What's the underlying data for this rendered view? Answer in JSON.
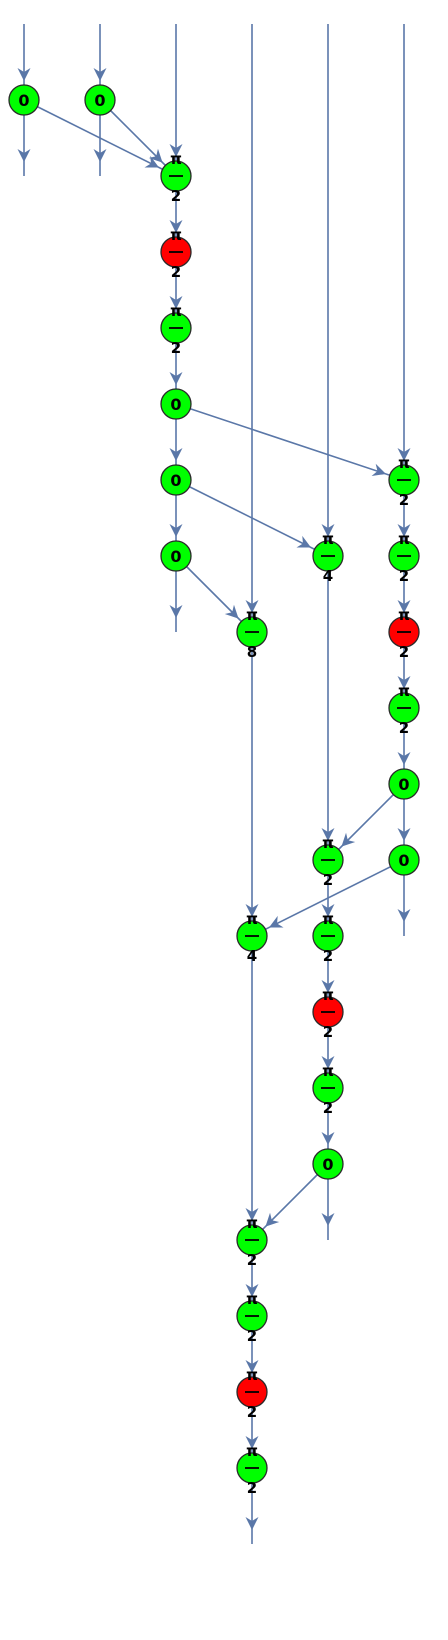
{
  "colors": {
    "edge": "#5a77a8",
    "green": "#00ff00",
    "red": "#ff0000",
    "outline": "#2a2a2a",
    "text": "#000000"
  },
  "nodes": [
    {
      "id": "n1",
      "col": 0,
      "row": 1,
      "color": "green",
      "kind": "zero",
      "label": "0"
    },
    {
      "id": "n2",
      "col": 1,
      "row": 1,
      "color": "green",
      "kind": "zero",
      "label": "0"
    },
    {
      "id": "n3",
      "col": 2,
      "row": 2,
      "color": "green",
      "kind": "frac",
      "num": "π",
      "den": "2"
    },
    {
      "id": "n4",
      "col": 2,
      "row": 3,
      "color": "red",
      "kind": "frac",
      "num": "π",
      "den": "2"
    },
    {
      "id": "n5",
      "col": 2,
      "row": 4,
      "color": "green",
      "kind": "frac",
      "num": "π",
      "den": "2"
    },
    {
      "id": "n6",
      "col": 2,
      "row": 5,
      "color": "green",
      "kind": "zero",
      "label": "0"
    },
    {
      "id": "n7",
      "col": 2,
      "row": 6,
      "color": "green",
      "kind": "zero",
      "label": "0"
    },
    {
      "id": "n8",
      "col": 2,
      "row": 7,
      "color": "green",
      "kind": "zero",
      "label": "0"
    },
    {
      "id": "n9",
      "col": 5,
      "row": 6,
      "color": "green",
      "kind": "frac",
      "num": "π",
      "den": "2"
    },
    {
      "id": "n10",
      "col": 4,
      "row": 7,
      "color": "green",
      "kind": "frac",
      "num": "π",
      "den": "4"
    },
    {
      "id": "n11",
      "col": 5,
      "row": 7,
      "color": "green",
      "kind": "frac",
      "num": "π",
      "den": "2"
    },
    {
      "id": "n12",
      "col": 3,
      "row": 8,
      "color": "green",
      "kind": "frac",
      "num": "π",
      "den": "8"
    },
    {
      "id": "n13",
      "col": 5,
      "row": 8,
      "color": "red",
      "kind": "frac",
      "num": "π",
      "den": "2"
    },
    {
      "id": "n14",
      "col": 5,
      "row": 9,
      "color": "green",
      "kind": "frac",
      "num": "π",
      "den": "2"
    },
    {
      "id": "n15",
      "col": 5,
      "row": 10,
      "color": "green",
      "kind": "zero",
      "label": "0"
    },
    {
      "id": "n16",
      "col": 4,
      "row": 11,
      "color": "green",
      "kind": "frac",
      "num": "π",
      "den": "2"
    },
    {
      "id": "n17",
      "col": 5,
      "row": 11,
      "color": "green",
      "kind": "zero",
      "label": "0"
    },
    {
      "id": "n18",
      "col": 3,
      "row": 12,
      "color": "green",
      "kind": "frac",
      "num": "π",
      "den": "4"
    },
    {
      "id": "n19",
      "col": 4,
      "row": 12,
      "color": "green",
      "kind": "frac",
      "num": "π",
      "den": "2"
    },
    {
      "id": "n20",
      "col": 4,
      "row": 13,
      "color": "red",
      "kind": "frac",
      "num": "π",
      "den": "2"
    },
    {
      "id": "n21",
      "col": 4,
      "row": 14,
      "color": "green",
      "kind": "frac",
      "num": "π",
      "den": "2"
    },
    {
      "id": "n22",
      "col": 4,
      "row": 15,
      "color": "green",
      "kind": "zero",
      "label": "0"
    },
    {
      "id": "n23",
      "col": 3,
      "row": 16,
      "color": "green",
      "kind": "frac",
      "num": "π",
      "den": "2"
    },
    {
      "id": "n24",
      "col": 3,
      "row": 17,
      "color": "green",
      "kind": "frac",
      "num": "π",
      "den": "2"
    },
    {
      "id": "n25",
      "col": 3,
      "row": 18,
      "color": "red",
      "kind": "frac",
      "num": "π",
      "den": "2"
    },
    {
      "id": "n26",
      "col": 3,
      "row": 19,
      "color": "green",
      "kind": "frac",
      "num": "π",
      "den": "2"
    }
  ],
  "inputs": [
    {
      "col": 0,
      "to": "n1"
    },
    {
      "col": 1,
      "to": "n2"
    },
    {
      "col": 2,
      "to": "n3"
    },
    {
      "col": 3,
      "to": "n12"
    },
    {
      "col": 4,
      "to": "n10"
    },
    {
      "col": 5,
      "to": "n9"
    }
  ],
  "edges": [
    {
      "from": "n1",
      "to": "n3"
    },
    {
      "from": "n2",
      "to": "n3"
    },
    {
      "from": "n3",
      "to": "n4"
    },
    {
      "from": "n4",
      "to": "n5"
    },
    {
      "from": "n5",
      "to": "n6"
    },
    {
      "from": "n6",
      "to": "n9"
    },
    {
      "from": "n6",
      "to": "n7"
    },
    {
      "from": "n7",
      "to": "n10"
    },
    {
      "from": "n7",
      "to": "n8"
    },
    {
      "from": "n8",
      "to": "n12"
    },
    {
      "from": "n9",
      "to": "n11"
    },
    {
      "from": "n11",
      "to": "n13"
    },
    {
      "from": "n13",
      "to": "n14"
    },
    {
      "from": "n14",
      "to": "n15"
    },
    {
      "from": "n15",
      "to": "n16"
    },
    {
      "from": "n15",
      "to": "n17"
    },
    {
      "from": "n10",
      "to": "n16"
    },
    {
      "from": "n17",
      "to": "n18"
    },
    {
      "from": "n12",
      "to": "n18"
    },
    {
      "from": "n16",
      "to": "n19"
    },
    {
      "from": "n19",
      "to": "n20"
    },
    {
      "from": "n20",
      "to": "n21"
    },
    {
      "from": "n21",
      "to": "n22"
    },
    {
      "from": "n22",
      "to": "n23"
    },
    {
      "from": "n18",
      "to": "n23"
    },
    {
      "from": "n23",
      "to": "n24"
    },
    {
      "from": "n24",
      "to": "n25"
    },
    {
      "from": "n25",
      "to": "n26"
    }
  ],
  "outputs": [
    {
      "from": "n1"
    },
    {
      "from": "n2"
    },
    {
      "from": "n8"
    },
    {
      "from": "n17"
    },
    {
      "from": "n22"
    },
    {
      "from": "n26"
    }
  ]
}
